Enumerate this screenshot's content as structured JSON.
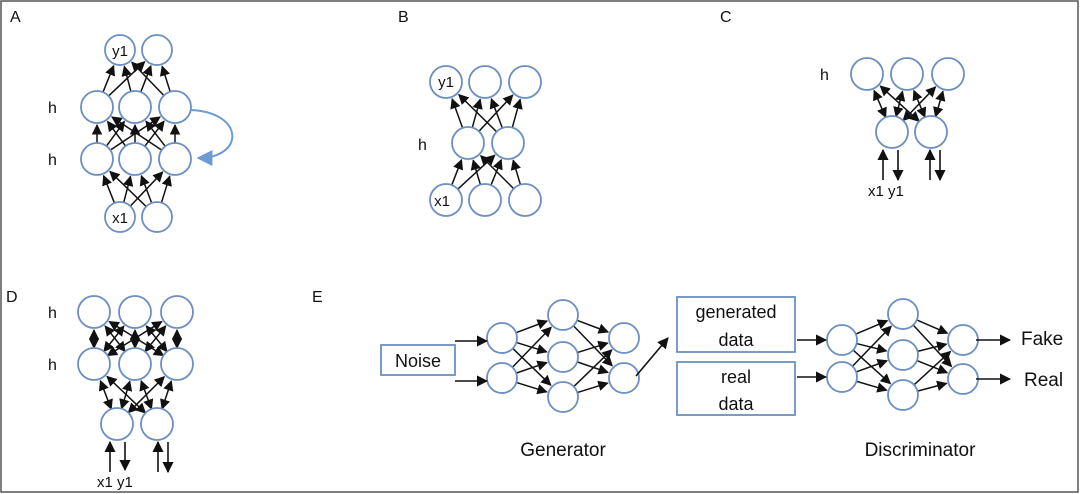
{
  "panels": {
    "A": {
      "letter": "A",
      "layer1": "h",
      "layer2": "h",
      "output": "y1",
      "input": "x1"
    },
    "B": {
      "letter": "B",
      "layer": "h",
      "output": "y1",
      "input": "x1"
    },
    "C": {
      "letter": "C",
      "layer": "h",
      "inputs": "x1 y1"
    },
    "D": {
      "letter": "D",
      "layer1": "h",
      "layer2": "h",
      "inputs": "x1 y1"
    },
    "E": {
      "letter": "E",
      "noise": "Noise",
      "generated_1": "generated",
      "generated_2": "data",
      "real_1": "real",
      "real_2": "data",
      "generator": "Generator",
      "discriminator": "Discriminator",
      "fake": "Fake",
      "real": "Real"
    }
  },
  "colors": {
    "node_stroke": "#6b8fc2",
    "recurrent_arrow": "#6b9bd1",
    "edge": "#111111",
    "frame": "#555555"
  }
}
